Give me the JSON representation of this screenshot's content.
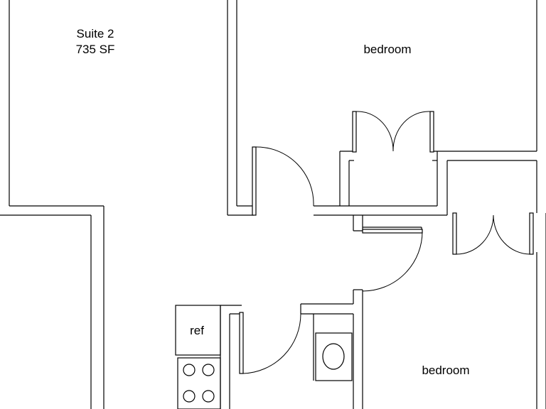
{
  "plan": {
    "suite": {
      "name": "Suite 2",
      "area": "735 SF"
    },
    "rooms": {
      "bedroom_top": "bedroom",
      "bedroom_bottom": "bedroom",
      "refrigerator": "ref"
    }
  }
}
